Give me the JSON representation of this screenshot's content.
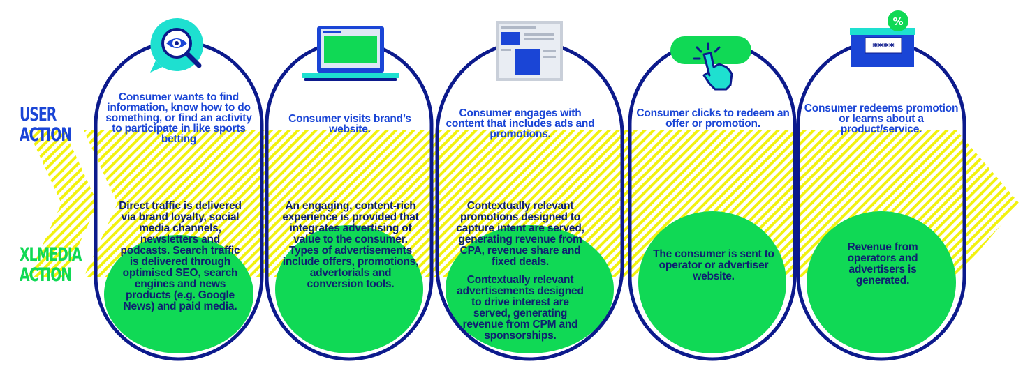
{
  "colors": {
    "navy": "#0c1a8c",
    "green": "#10d955",
    "blue": "#1a45d6",
    "yellow": "#f2f20f",
    "cyan": "#1ee0d0",
    "dark_text": "#0e2070"
  },
  "labels": {
    "user_action": "USER\nACTION",
    "xlmedia_action": "XLMEDIA\nACTION"
  },
  "steps": [
    {
      "icon": "magnifier-eye-icon",
      "user_text": "Consumer wants to find information, know how to do something, or find an activity to participate in like sports betting",
      "xl_paragraphs": [
        "Direct traffic is delivered via brand loyalty, social media channels, newsletters and podcasts. Search traffic is delivered through optimised SEO, search engines and news products (e.g. Google News) and paid media."
      ]
    },
    {
      "icon": "laptop-icon",
      "user_text": "Consumer visits brand’s website.",
      "xl_paragraphs": [
        "An engaging, content-rich experience is provided that integrates advertising of value to the consumer. Types of advertisements include offers, promotions, advertorials and conversion tools."
      ]
    },
    {
      "icon": "webpage-ads-icon",
      "user_text": "Consumer engages with content that includes ads and promotions.",
      "xl_paragraphs": [
        "Contextually relevant promotions designed to capture intent are served, generating revenue from CPA, revenue share and fixed deals.",
        "Contextually relevant advertisements designed to drive interest are served, generating revenue from CPM and sponsorships."
      ]
    },
    {
      "icon": "click-hand-icon",
      "user_text": "Consumer clicks to redeem an offer or promotion.",
      "xl_paragraphs": [
        "The consumer is sent to operator or advertiser website."
      ]
    },
    {
      "icon": "promo-ticket-icon",
      "icon_percent": "%",
      "icon_code": "****",
      "user_text": "Consumer redeems promotion or learns about a product/service.",
      "xl_paragraphs": [
        "Revenue from operators and advertisers is generated."
      ]
    }
  ]
}
